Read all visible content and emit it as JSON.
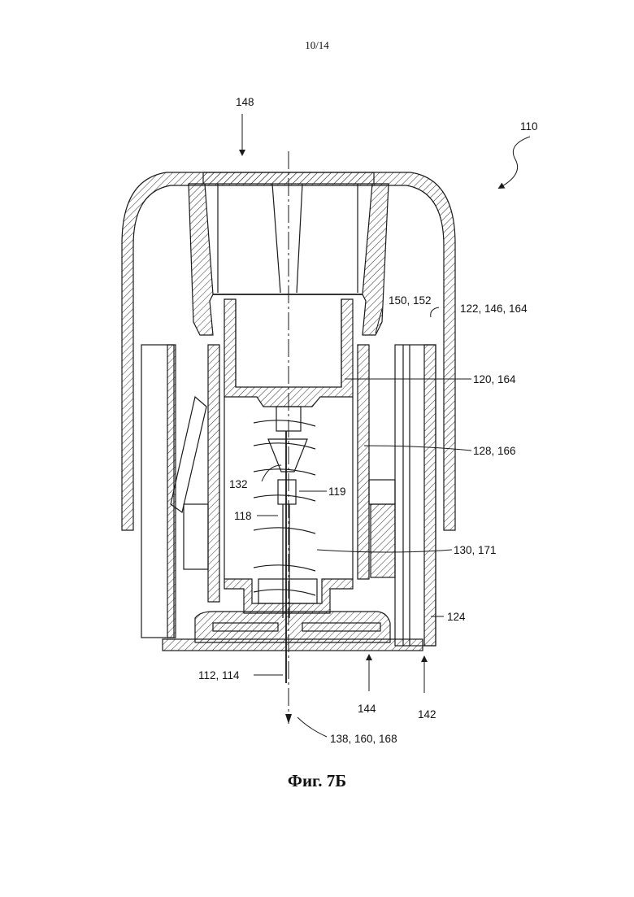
{
  "page_number": "10/14",
  "figure_caption": "Фиг. 7Б",
  "reference_labels": {
    "r148": "148",
    "r110": "110",
    "r150_152": "150, 152",
    "r122_146_164": "122, 146, 164",
    "r120_164": "120, 164",
    "r128_166": "128, 166",
    "r132": "132",
    "r119": "119",
    "r118": "118",
    "r130_171": "130, 171",
    "r124": "124",
    "r112_114": "112, 114",
    "r144": "144",
    "r142": "142",
    "r138_160_168": "138, 160, 168"
  }
}
